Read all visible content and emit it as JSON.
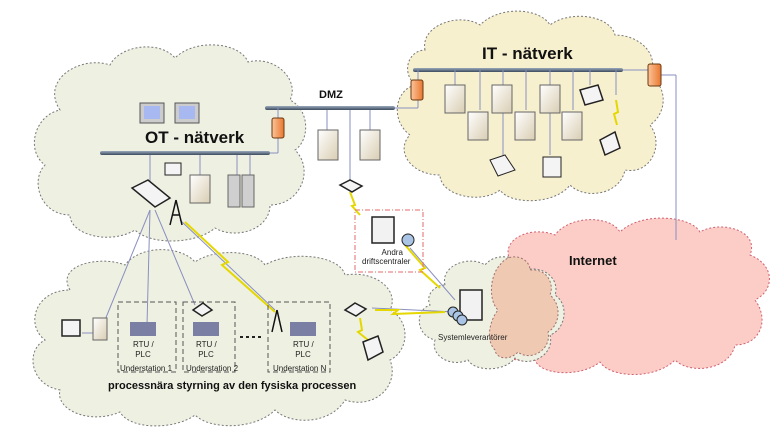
{
  "diagram": {
    "networks": {
      "ot": {
        "label": "OT - nätverk"
      },
      "it": {
        "label": "IT - nätverk"
      },
      "dmz": {
        "label": "DMZ"
      },
      "internet": {
        "label": "Internet"
      },
      "process": {
        "label": "processnära styrning av den fysiska processen"
      }
    },
    "nodes": {
      "other_control_centers": {
        "label": "Andra driftscentraler",
        "line1": "Andra",
        "line2": "driftscentraler"
      },
      "system_vendors": {
        "label": "Systemleverantörer"
      }
    },
    "substations": [
      {
        "name": "Understation 1",
        "device_line1": "RTU /",
        "device_line2": "PLC"
      },
      {
        "name": "Understation 2",
        "device_line1": "RTU /",
        "device_line2": "PLC"
      },
      {
        "name": "Understation N",
        "device_line1": "RTU /",
        "device_line2": "PLC"
      }
    ],
    "colors": {
      "ot_cloud": "#eef1e2",
      "it_cloud": "#f7f0cf",
      "internet_cloud": "#fbcdc6",
      "vendor_cloud": "#eef1e2",
      "overlap": "#efc9b2",
      "firewall": "#f59a55",
      "bus": "#5c6e82",
      "link": "#8a8fc0",
      "wireless": "#f2e600",
      "dmz_box_border": "#e36b6b"
    }
  }
}
